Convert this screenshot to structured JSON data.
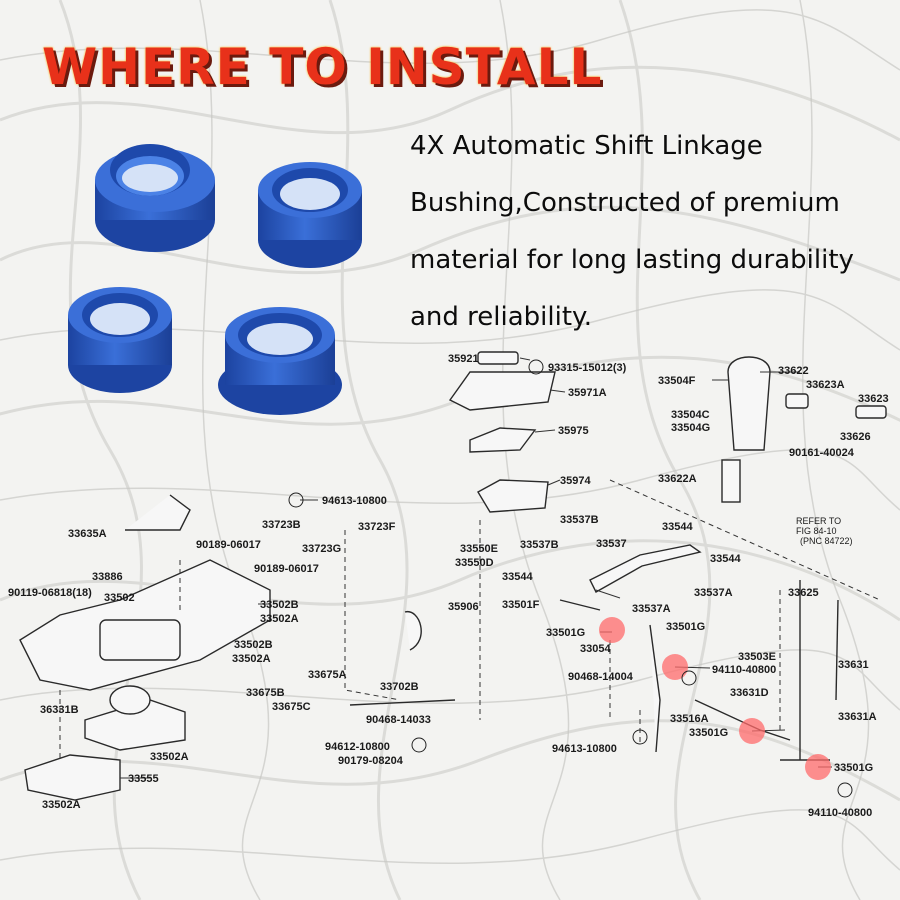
{
  "headline": "WHERE TO INSTALL",
  "description": "4X Automatic Shift Linkage Bushing,Constructed of premium material for long lasting durability and reliability.",
  "colors": {
    "headline": "#e8311a",
    "bushing": "#2f5fc4",
    "highlight": "#ff6b6b"
  },
  "bushing_count": 4,
  "diagram": {
    "labels": [
      "35921",
      "93315-15012(3)",
      "35971A",
      "33504F",
      "33622",
      "33623A",
      "33623",
      "33504C",
      "33504G",
      "33626",
      "35975",
      "90161-40024",
      "35974",
      "33622A",
      "33537B",
      "33544",
      "REFER TO",
      "FIG 84-10",
      "(PNC 84722)",
      "33537",
      "33550E",
      "33537B",
      "33550D",
      "33544",
      "33544",
      "33537A",
      "35906",
      "33501F",
      "33537A",
      "33625",
      "33501G",
      "33501G",
      "33054",
      "33503E",
      "33631",
      "94110-40800",
      "90468-14004",
      "33631D",
      "33516A",
      "33631A",
      "33501G",
      "94613-10800",
      "33501G",
      "94110-40800",
      "94613-10800",
      "33723B",
      "33723F",
      "33635A",
      "90189-06017",
      "33723G",
      "33886",
      "90189-06017",
      "90119-06818(18)",
      "33502",
      "33502B",
      "33502A",
      "33502B",
      "33502A",
      "33675A",
      "33675B",
      "33702B",
      "33675C",
      "36331B",
      "90468-14033",
      "33502A",
      "94612-10800",
      "33555",
      "90179-08204",
      "33502A"
    ]
  }
}
